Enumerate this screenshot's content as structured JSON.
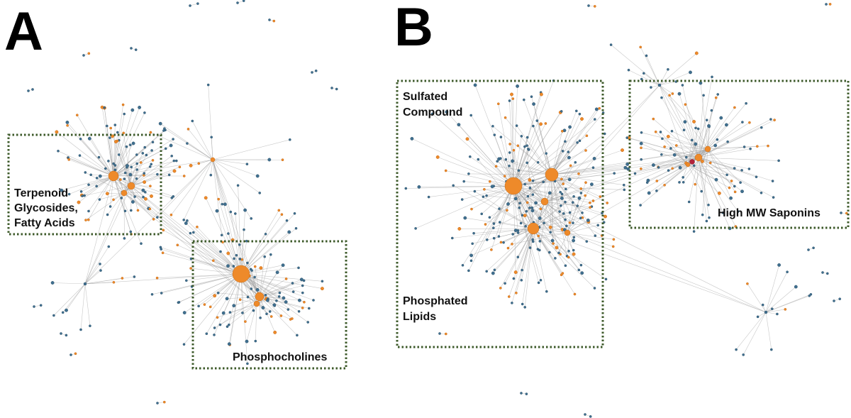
{
  "panels": [
    {
      "letter": "A",
      "clusters": [
        {
          "lines": [
            "Terpenoid",
            "Glycosides,",
            "Fatty Acids"
          ]
        },
        {
          "lines": [
            "Phosphocholines"
          ]
        }
      ]
    },
    {
      "letter": "B",
      "clusters": [
        {
          "lines": [
            "Sulfated",
            "Compound"
          ]
        },
        {
          "lines": [
            "Phosphated",
            "Lipids"
          ]
        },
        {
          "lines": [
            "High MW Saponins"
          ]
        }
      ]
    }
  ],
  "colors": {
    "edge": "#9a9a9a",
    "node_blue": "#3f6f8f",
    "node_orange": "#ee8a2a",
    "node_red": "#b3223a",
    "box": "#3d5a2a"
  }
}
